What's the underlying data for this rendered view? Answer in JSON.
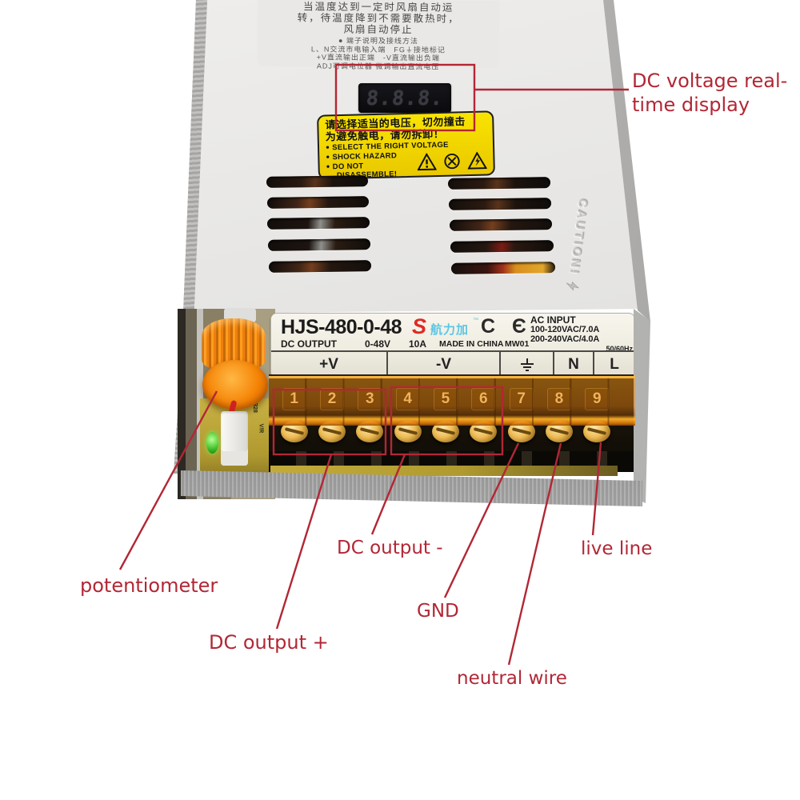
{
  "annotation": {
    "color": "#b22735",
    "display_label_line1": "DC voltage real-",
    "display_label_line2": "time display",
    "potentiometer": "potentiometer",
    "dc_output_plus": "DC output +",
    "dc_output_minus": "DC output -",
    "gnd": "GND",
    "neutral_wire": "neutral wire",
    "live_line": "live line"
  },
  "device": {
    "top_sticker": {
      "line1": "当温度达到一定时风扇自动运",
      "line2": "转，待温度降到不需要散热时，",
      "line3": "风扇自动停止",
      "line4": "● 端子说明及接线方法",
      "line5": "L、N交流市电输入端　FG⏚接地标记",
      "line6": "+V直流输出正端　-V直流输出负端",
      "line7": "ADJ可调电位器 微调输出直流电压"
    },
    "display_digits": "8.8.8.",
    "warning_sticker": {
      "cn1": "请选择适当的电压，切勿撞击",
      "cn2": "为避免触电，请勿拆卸！",
      "bullet": "●",
      "en1": "SELECT THE RIGHT VOLTAGE",
      "en2": "SHOCK HAZARD",
      "en3": "DO NOT",
      "en4": "DISASSEMBLE!"
    },
    "caution_emboss": "CAUTION!",
    "nameplate": {
      "model": "HJS-480-0-48",
      "logo_s": "S",
      "brand": "航力加",
      "tm": "™",
      "ce_mark": "C Є",
      "ac_input_title": "AC INPUT",
      "ac_input_line1": "100-120VAC/7.0A",
      "ac_input_line2": "200-240VAC/4.0A",
      "frequency": "50/60Hz",
      "dc_output_label": "DC OUTPUT",
      "dc_output_range": "0-48V",
      "dc_output_current": "10A",
      "made_in": "MADE IN CHINA",
      "code": "MW01",
      "term_plus_v": "+V",
      "term_minus_v": "-V",
      "term_n": "N",
      "term_l": "L"
    },
    "terminal_numbers": [
      "1",
      "2",
      "3",
      "4",
      "5",
      "6",
      "7",
      "8",
      "9"
    ],
    "pcb_marks": {
      "m1": "R28",
      "m2": "V/R"
    }
  }
}
